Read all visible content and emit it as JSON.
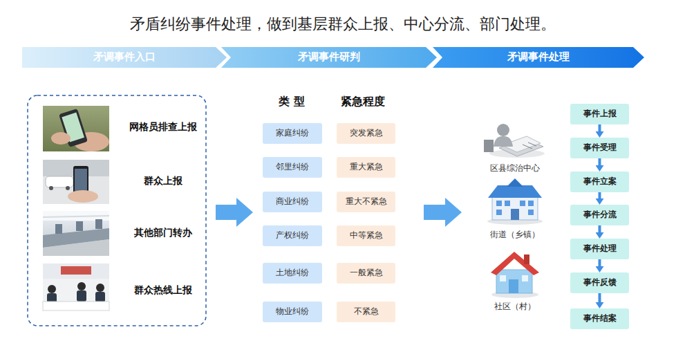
{
  "diagram": {
    "title": "矛盾纠纷事件处理，做到基层群众上报、中心分流、部门处理。",
    "nodes": [
      {
        "text": [
          "矛调事件入口"
        ]
      },
      {
        "text": [
          "矛调事件研判"
        ]
      },
      {
        "text": [
          "矛调事件处理"
        ]
      },
      {
        "text": [
          "家庭纠纷"
        ]
      },
      {
        "text": [
          "邻里纠纷"
        ]
      },
      {
        "text": [
          "商业纠纷"
        ]
      },
      {
        "text": [
          "产权纠纷"
        ]
      },
      {
        "text": [
          "土地纠纷"
        ]
      },
      {
        "text": [
          "物业纠纷"
        ]
      },
      {
        "text": [
          "突发紧急"
        ]
      },
      {
        "text": [
          "重大紧急"
        ]
      },
      {
        "text": [
          "重大不紧急"
        ]
      },
      {
        "text": [
          "中等紧急"
        ]
      },
      {
        "text": [
          "一般紧急"
        ]
      },
      {
        "text": [
          "不紧急"
        ]
      },
      {
        "text": [
          "事件上报"
        ]
      },
      {
        "text": [
          "事件受理"
        ]
      },
      {
        "text": [
          "事件立案"
        ]
      },
      {
        "text": [
          "事件分流"
        ]
      },
      {
        "text": [
          "事件处理"
        ]
      },
      {
        "text": [
          "事件反馈"
        ]
      },
      {
        "text": [
          "事件结案"
        ]
      }
    ],
    "edges": [
      {
        "from": 15,
        "to": 16,
        "arrow": "to"
      },
      {
        "from": 16,
        "to": 17,
        "arrow": "to"
      },
      {
        "from": 17,
        "to": 18,
        "arrow": "to"
      },
      {
        "from": 18,
        "to": 19,
        "arrow": "to"
      },
      {
        "from": 19,
        "to": 20,
        "arrow": "to"
      },
      {
        "from": 20,
        "to": 21,
        "arrow": "to"
      }
    ],
    "labels": [
      "网格员排查上报",
      "群众上报",
      "其他部门转办",
      "群众热线上报",
      "类 型",
      "紧急程度",
      "区县综治中心",
      "街道（乡镇）",
      "社区（村）"
    ]
  }
}
